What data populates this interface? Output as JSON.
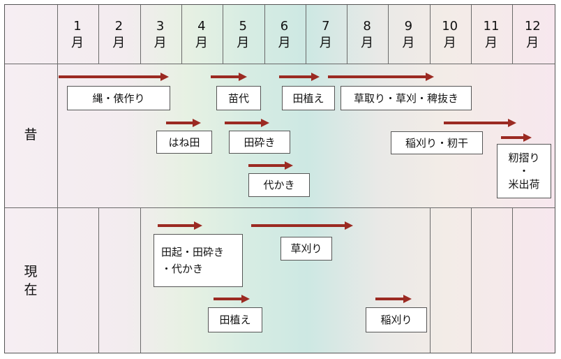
{
  "months": [
    "1\n月",
    "2\n月",
    "3\n月",
    "4\n月",
    "5\n月",
    "6\n月",
    "7\n月",
    "8\n月",
    "9\n月",
    "10\n月",
    "11\n月",
    "12\n月"
  ],
  "rows": {
    "past": "昔",
    "present": "現\n在"
  },
  "tasks_past": [
    {
      "id": "nawa-tawara",
      "label": "縄・俵作り"
    },
    {
      "id": "naeshiro",
      "label": "苗代"
    },
    {
      "id": "taue-past",
      "label": "田植え"
    },
    {
      "id": "kusatori",
      "label": "草取り・草刈・稗抜き"
    },
    {
      "id": "haneda",
      "label": "はね田"
    },
    {
      "id": "takudaki",
      "label": "田砕き"
    },
    {
      "id": "shirokaki",
      "label": "代かき"
    },
    {
      "id": "inekari-past",
      "label": "稲刈り・籾干"
    },
    {
      "id": "momisuri",
      "label": "籾摺り\n・\n米出荷"
    }
  ],
  "tasks_present": [
    {
      "id": "taokoshi",
      "label": "田起・田砕き\n・代かき"
    },
    {
      "id": "kusakari",
      "label": "草刈り"
    },
    {
      "id": "taue-present",
      "label": "田植え"
    },
    {
      "id": "inekari-present",
      "label": "稲刈り"
    }
  ],
  "colors": {
    "arrow": "#9b2a22",
    "grid": "#6a6a6a"
  }
}
